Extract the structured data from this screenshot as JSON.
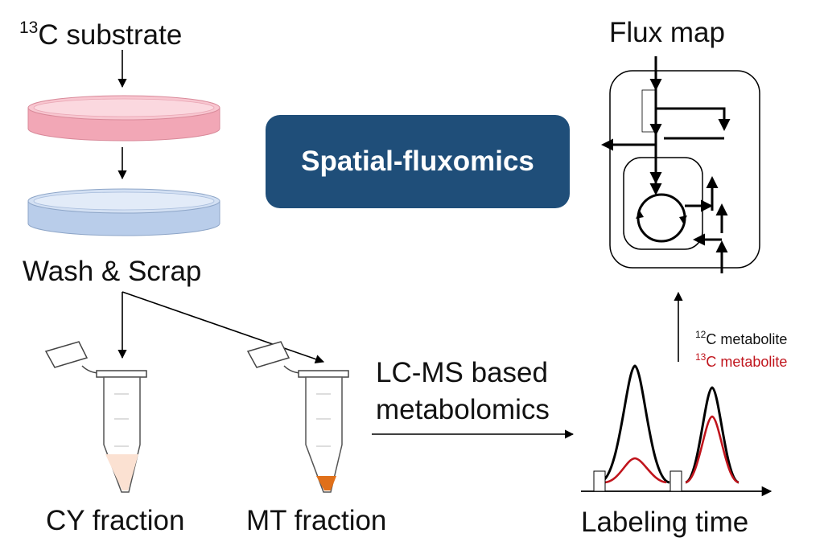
{
  "labels": {
    "substrate_sup": "13",
    "substrate_text": "C substrate",
    "wash": "Wash & Scrap",
    "cy_fraction": "CY fraction",
    "mt_fraction": "MT fraction",
    "lcms_line1": "LC-MS based",
    "lcms_line2": "metabolomics",
    "labeling_time": "Labeling time",
    "flux_map": "Flux map",
    "center_title": "Spatial-fluxomics"
  },
  "legend": {
    "c12_sup": "12",
    "c12_text": "C metabolite",
    "c13_sup": "13",
    "c13_text": "C metabolite"
  },
  "colors": {
    "center_box": "#1f4e79",
    "dish_top": "#f3aab8",
    "dish_bottom": "#b9cdea",
    "cy_liquid": "#fbe1d2",
    "mt_liquid": "#e0701a",
    "c13_curve": "#c0141c",
    "c12_curve": "#000000"
  }
}
